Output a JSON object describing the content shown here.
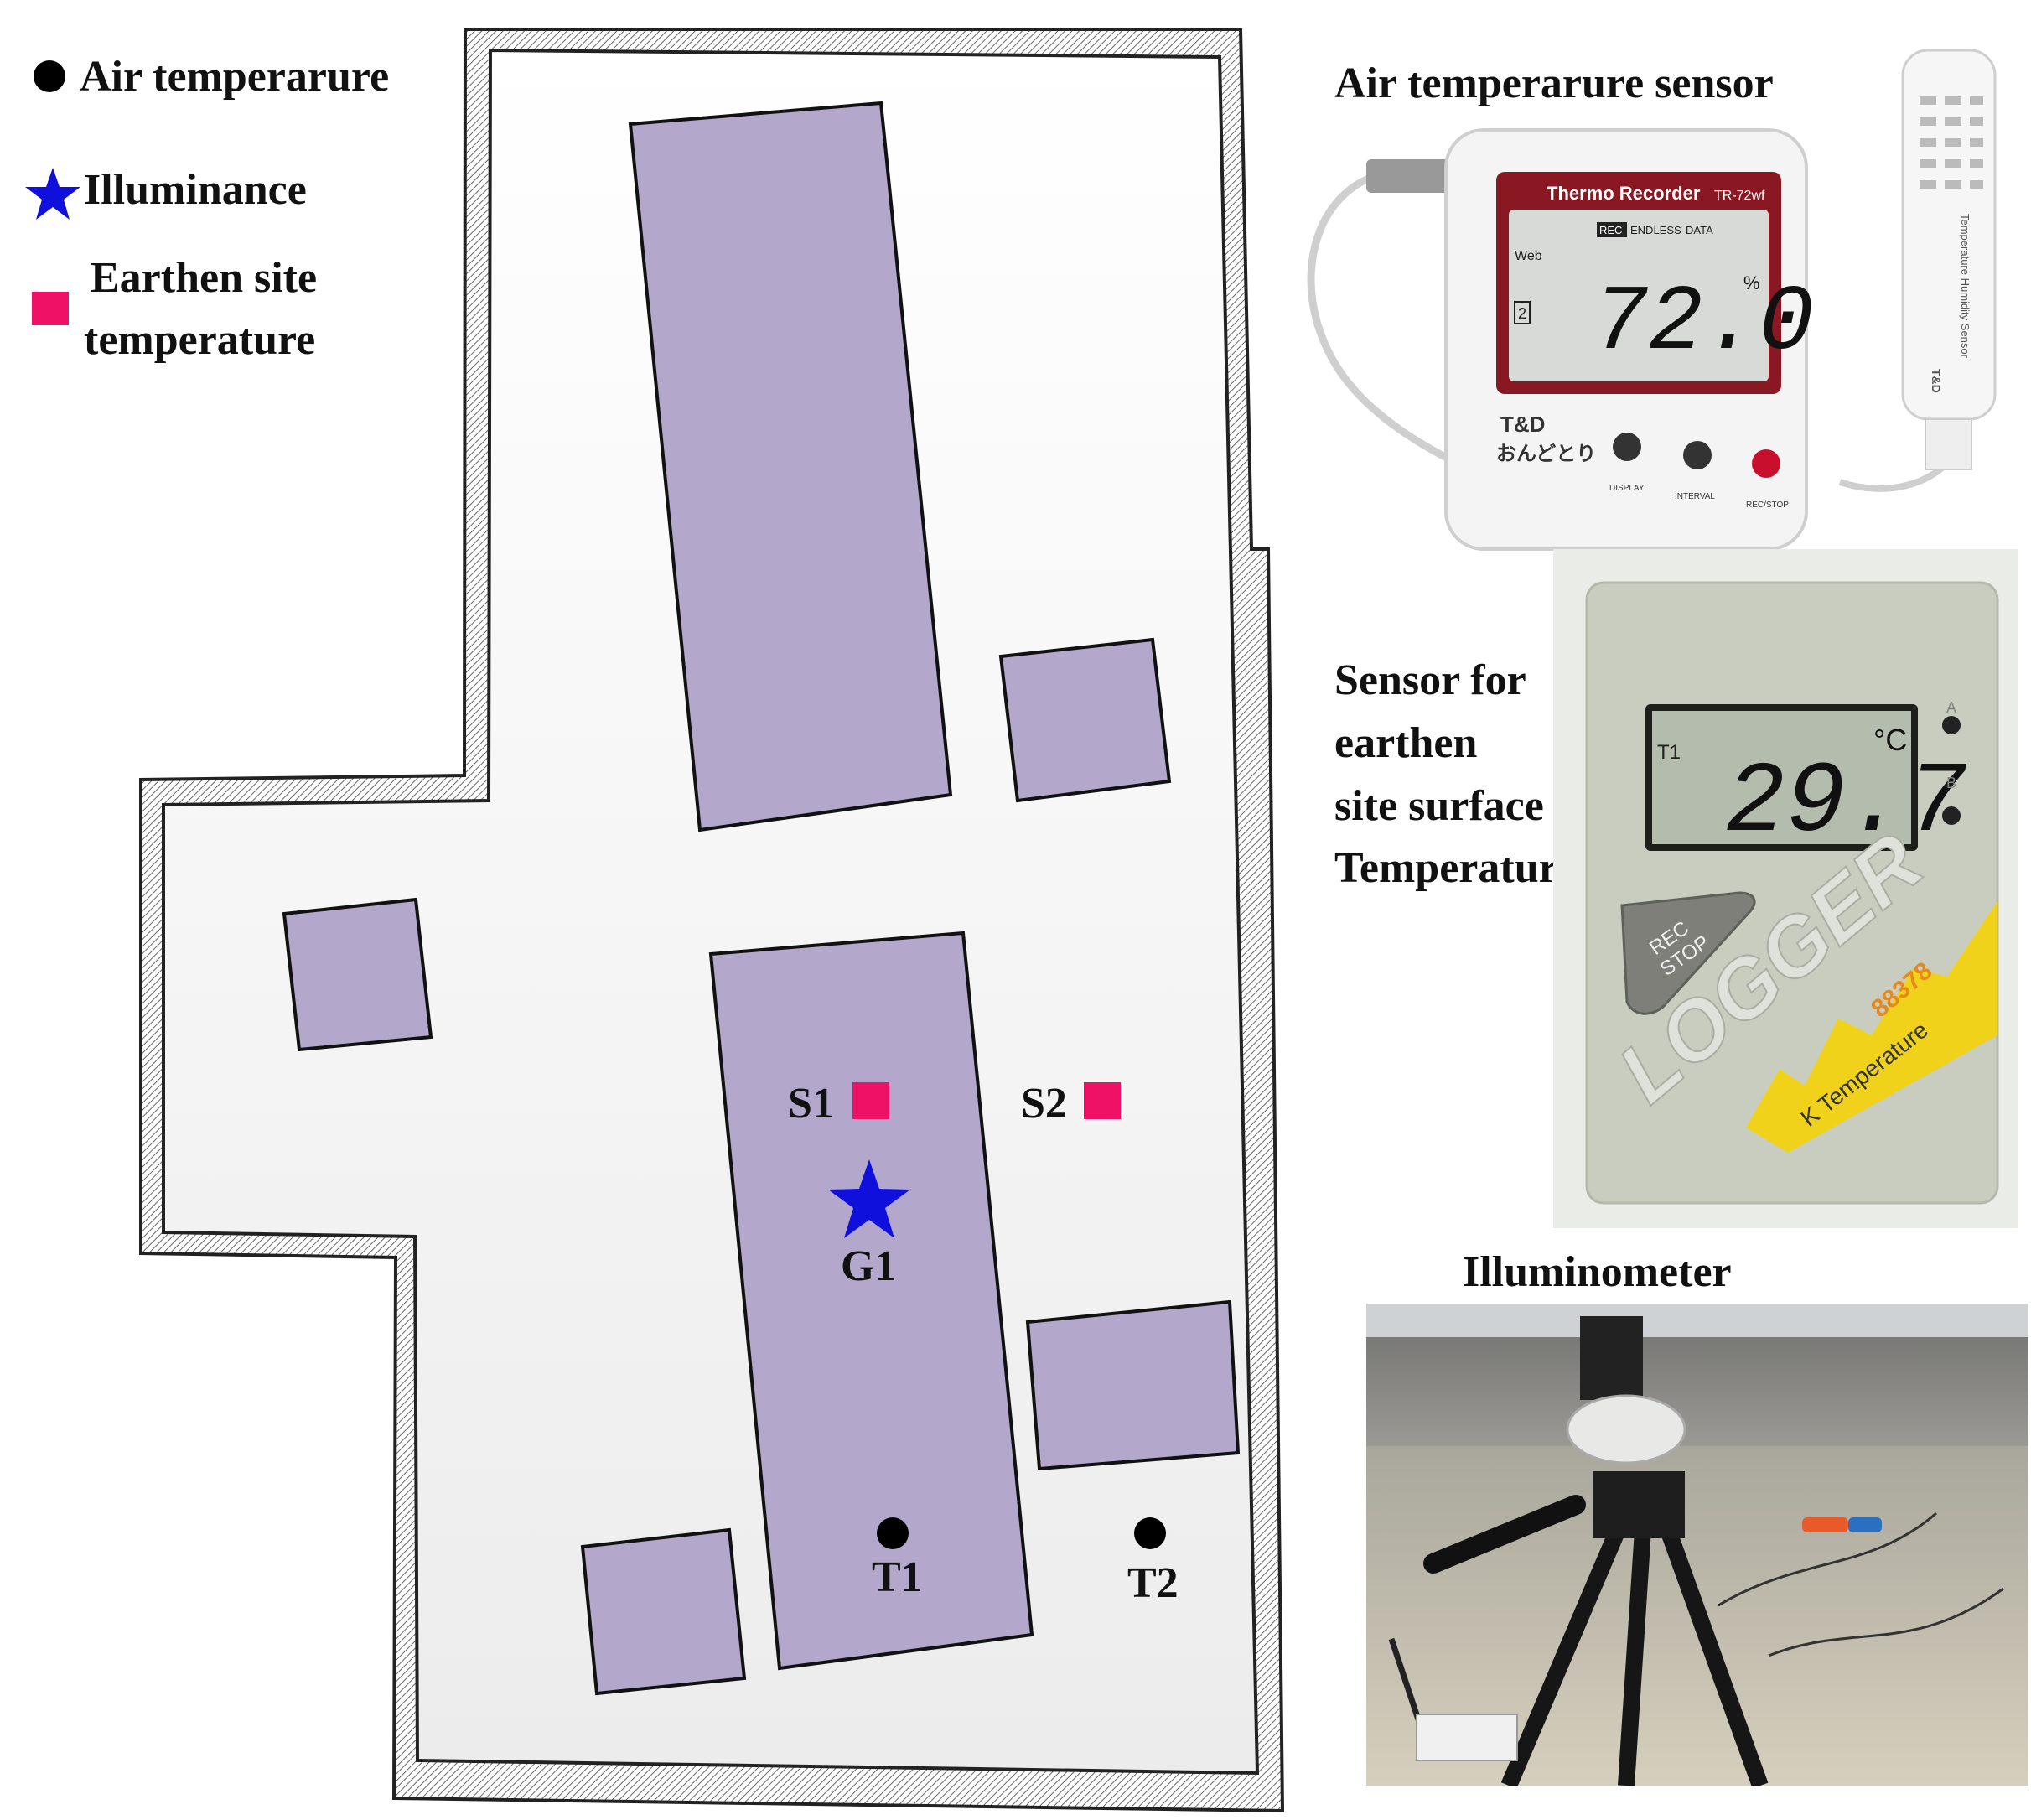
{
  "legend": {
    "air_temperature": "Air temperarure",
    "illuminance": "Illuminance",
    "earthen_line1": "Earthen site",
    "earthen_line2": "temperature"
  },
  "markers": {
    "s1": "S1",
    "s2": "S2",
    "g1": "G1",
    "t1": "T1",
    "t2": "T2"
  },
  "panels": {
    "air_sensor_title": "Air temperarure sensor",
    "surface_sensor_line1": "Sensor for",
    "surface_sensor_line2": "earthen",
    "surface_sensor_line3": "site surface",
    "surface_sensor_line4": "Temperature",
    "illuminometer_title": "Illuminometer"
  },
  "thermo_recorder": {
    "brand_title": "Thermo Recorder",
    "model": "TR-72wf",
    "wifi_label": "Web",
    "rec_tag": "REC",
    "endless_tag": "ENDLESS",
    "data_tag": "DATA",
    "channel": "2",
    "reading": "72.0",
    "unit": "%",
    "maker": "T&D",
    "maker_sub": "おんどとり",
    "btn_display": "DISPLAY",
    "btn_interval": "INTERVAL",
    "btn_recstop": "REC/STOP",
    "probe_label": "Temperature Humidity Sensor",
    "probe_maker": "T&D"
  },
  "logger": {
    "channel": "T1",
    "reading": "29.7",
    "unit": "°C",
    "port_a": "A",
    "port_b": "B",
    "rec_line1": "REC",
    "rec_line2": "STOP",
    "brand": "LOGGER",
    "model": "88378",
    "subtitle": "K Temperature"
  },
  "colors": {
    "building": "#b3a8cc",
    "floor": "#f3f3f3",
    "air_marker": "#000000",
    "illuminance_marker": "#1010dd",
    "earthen_marker": "#ee1166"
  },
  "icons": {
    "air_marker": "filled-circle",
    "illuminance_marker": "star",
    "earthen_marker": "filled-square"
  }
}
